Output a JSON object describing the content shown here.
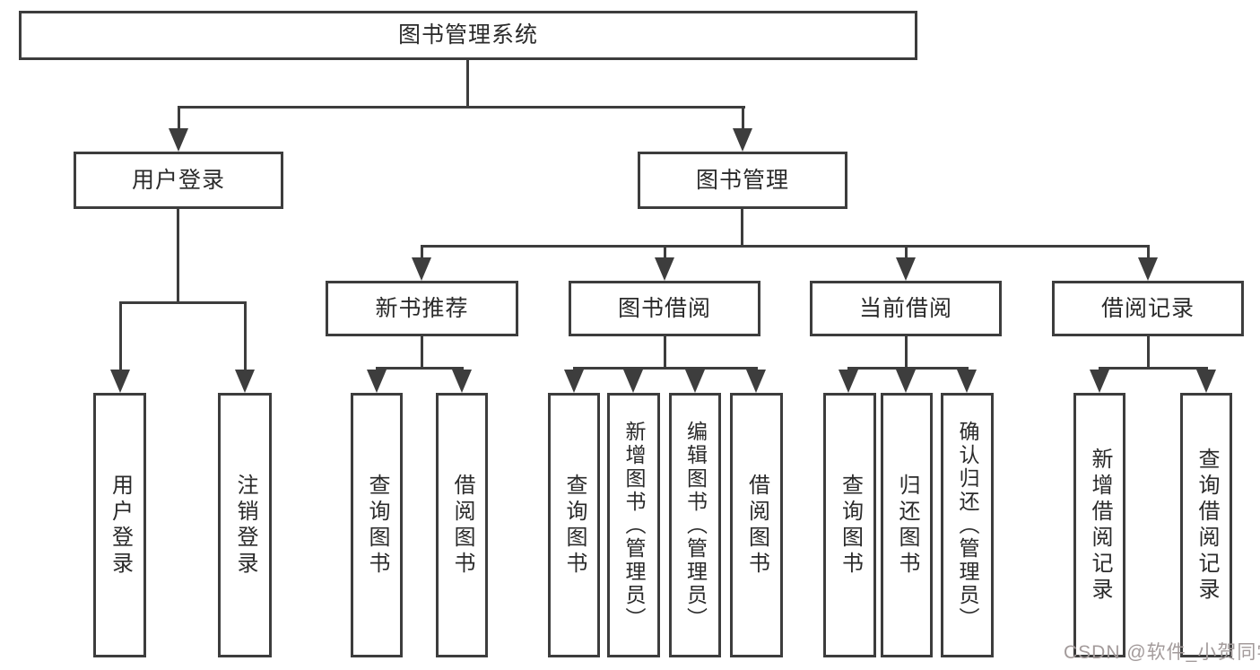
{
  "diagram": {
    "nodes": {
      "root": "图书管理系统",
      "user_login": "用户登录",
      "book_mgmt": "图书管理",
      "new_book_rec": "新书推荐",
      "book_borrow": "图书借阅",
      "current_borrow": "当前借阅",
      "borrow_record": "借阅记录",
      "leaf_user_login": "用户登录",
      "leaf_logout": "注销登录",
      "leaf_query_book_1": "查询图书",
      "leaf_borrow_book_1": "借阅图书",
      "leaf_query_book_2": "查询图书",
      "leaf_add_book": "新增图书（管理员）",
      "leaf_edit_book": "编辑图书（管理员）",
      "leaf_borrow_book_2": "借阅图书",
      "leaf_query_book_3": "查询图书",
      "leaf_return_book": "归还图书",
      "leaf_confirm_return": "确认归还（管理员）",
      "leaf_add_record": "新增借阅记录",
      "leaf_query_record": "查询借阅记录"
    },
    "edges": [
      [
        "图书管理系统",
        "用户登录"
      ],
      [
        "图书管理系统",
        "图书管理"
      ],
      [
        "用户登录",
        "用户登录"
      ],
      [
        "用户登录",
        "注销登录"
      ],
      [
        "图书管理",
        "新书推荐"
      ],
      [
        "图书管理",
        "图书借阅"
      ],
      [
        "图书管理",
        "当前借阅"
      ],
      [
        "图书管理",
        "借阅记录"
      ],
      [
        "新书推荐",
        "查询图书"
      ],
      [
        "新书推荐",
        "借阅图书"
      ],
      [
        "图书借阅",
        "查询图书"
      ],
      [
        "图书借阅",
        "新增图书（管理员）"
      ],
      [
        "图书借阅",
        "编辑图书（管理员）"
      ],
      [
        "图书借阅",
        "借阅图书"
      ],
      [
        "当前借阅",
        "查询图书"
      ],
      [
        "当前借阅",
        "归还图书"
      ],
      [
        "当前借阅",
        "确认归还（管理员）"
      ],
      [
        "借阅记录",
        "新增借阅记录"
      ],
      [
        "借阅记录",
        "查询借阅记录"
      ]
    ],
    "colors": {
      "line": "#3d3d3d",
      "text": "#2a2a2a",
      "background": "#ffffff",
      "watermark": "#a39b9b"
    }
  },
  "watermark": {
    "text": "CSDN @软件_小贺同学"
  }
}
